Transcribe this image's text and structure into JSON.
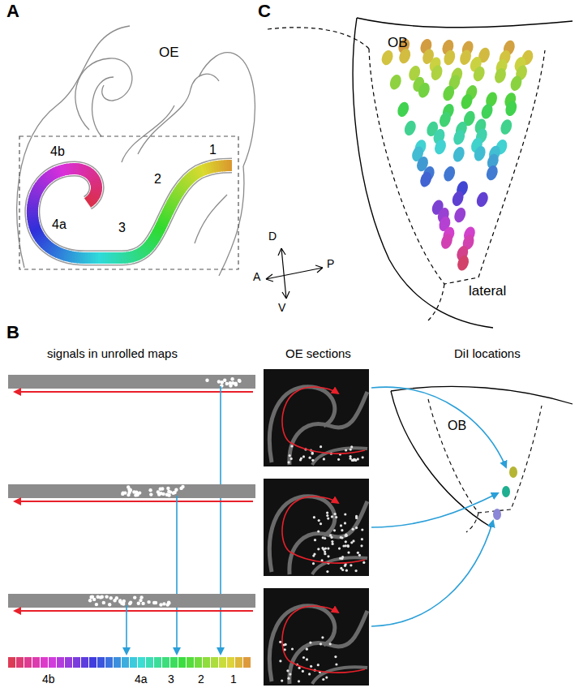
{
  "diagram": {
    "labels": [
      "A",
      "OE",
      "4b",
      "1",
      "2",
      "3",
      "4a",
      "C",
      "OB",
      "D",
      "A",
      "P",
      "V",
      "lateral",
      "B",
      "signals in unrolled maps",
      "OE sections",
      "DiI locations",
      "OB",
      "4b",
      "4a",
      "3",
      "2",
      "1"
    ]
  }
}
